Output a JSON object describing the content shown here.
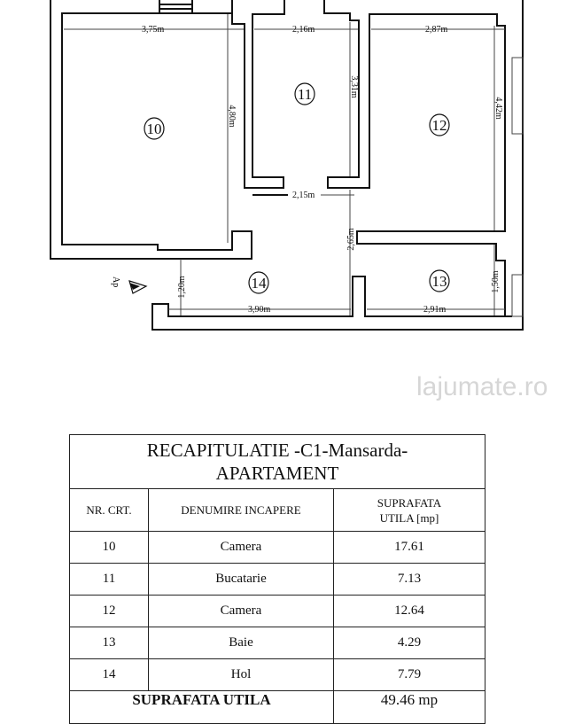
{
  "floor_plan": {
    "rooms": [
      {
        "number": "10"
      },
      {
        "number": "11"
      },
      {
        "number": "12"
      },
      {
        "number": "13"
      },
      {
        "number": "14"
      }
    ],
    "dimensions": {
      "r10_width": "3,75m",
      "r10_height": "4,80m",
      "r11_width": "2,16m",
      "r11_height": "3,31m",
      "r11_opening": "2,15m",
      "r12_width": "2,87m",
      "r12_height": "4,42m",
      "hall_height": "2,65m",
      "r13_height": "1,50m",
      "r13_width": "2,91m",
      "r14_width": "3,90m",
      "r14_height": "1,20m"
    },
    "entry_label": "Ap"
  },
  "table": {
    "title_line1": "RECAPITULATIE -C1-Mansarda-",
    "title_line2": "APARTAMENT",
    "headers": {
      "nr": "NR. CRT.",
      "name": "DENUMIRE INCAPERE",
      "area_line1": "SUPRAFATA",
      "area_line2": "UTILA [mp]"
    },
    "rows": [
      {
        "nr": "10",
        "name": "Camera",
        "area": "17.61"
      },
      {
        "nr": "11",
        "name": "Bucatarie",
        "area": "7.13"
      },
      {
        "nr": "12",
        "name": "Camera",
        "area": "12.64"
      },
      {
        "nr": "13",
        "name": "Baie",
        "area": "4.29"
      },
      {
        "nr": "14",
        "name": "Hol",
        "area": "7.79"
      }
    ],
    "total_label": "SUPRAFATA UTILA",
    "total_value": "49.46 mp"
  },
  "watermark": "lajumate.ro"
}
